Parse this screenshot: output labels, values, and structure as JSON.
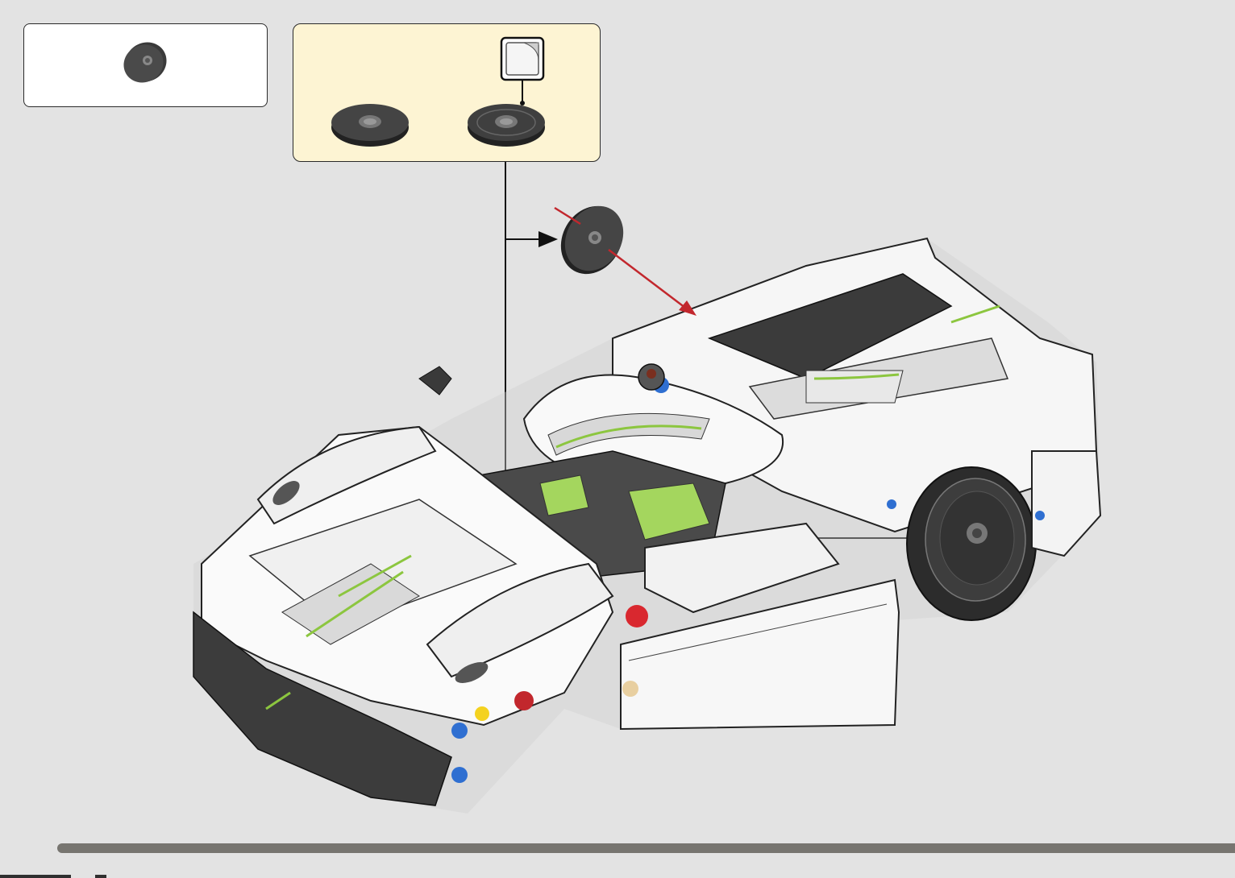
{
  "page": {
    "background_color": "#e3e3e3",
    "parts_callout": {
      "items": [
        {
          "part": "round-disc-black",
          "quantity_label": ""
        }
      ]
    },
    "subassembly_callout": {
      "background_color": "#fdf4d3",
      "steps": [
        "round-disc-black",
        "round-disc-black-with-sticker"
      ],
      "sticker_icon": "sticker-peel-icon"
    },
    "main_illustration": {
      "subject": "white-sports-car-model",
      "assembly_arrow_color": "#c2272d",
      "pointer_arrow_color": "#111111"
    },
    "footer": {
      "progress_bar_color": "#777570"
    }
  }
}
